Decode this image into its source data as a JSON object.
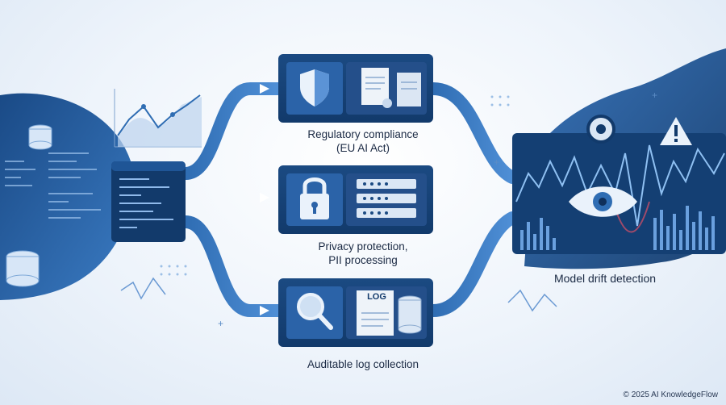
{
  "labels": {
    "regulatory_line1": "Regulatory compliance",
    "regulatory_line2": "(EU AI Act)",
    "privacy_line1": "Privacy protection,",
    "privacy_line2": "PII processing",
    "log": "Auditable log collection",
    "drift": "Model drift detection"
  },
  "document_tag": "LOG",
  "footer": "© 2025 AI KnowledgeFlow",
  "colors": {
    "dark_navy": "#123a6b",
    "mid_blue": "#2f6db3",
    "light_blue": "#a9c7ea",
    "background": "#eef4fb"
  },
  "icons": [
    "database-icon",
    "code-window-icon",
    "shield-icon",
    "document-icon",
    "lock-icon",
    "server-icon",
    "magnifier-icon",
    "log-document-icon",
    "eye-icon",
    "warning-icon"
  ]
}
